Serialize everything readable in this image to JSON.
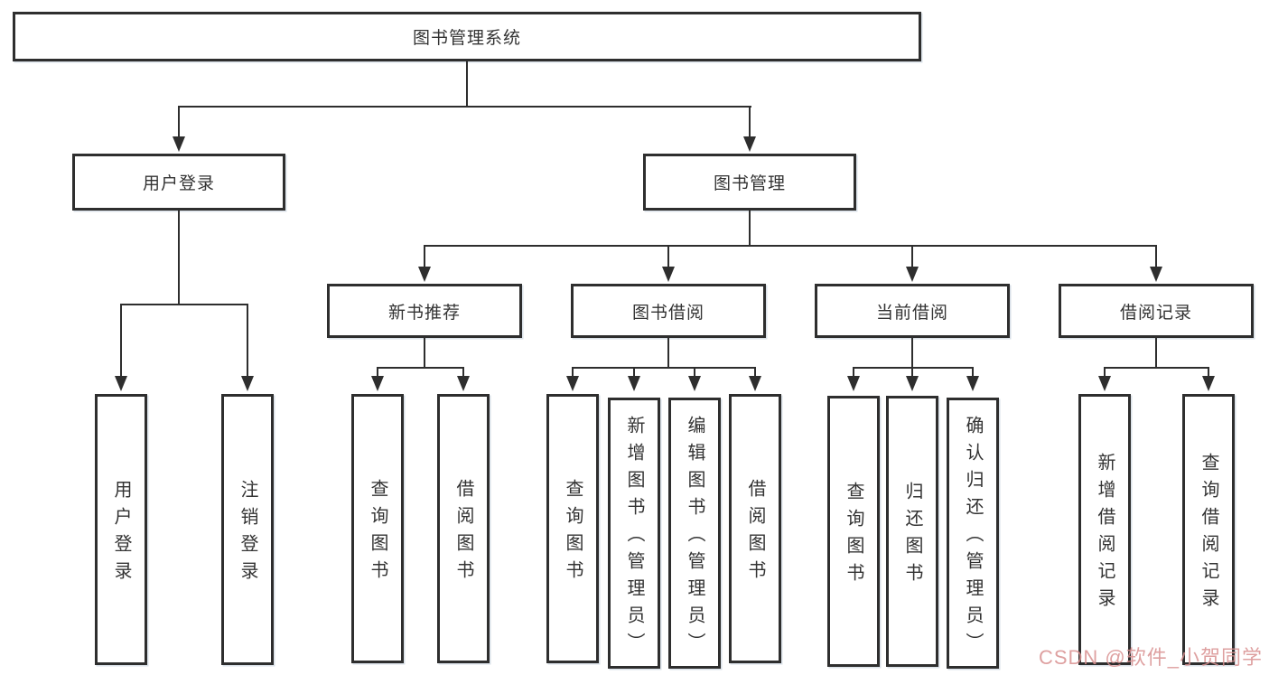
{
  "diagram": {
    "root": {
      "label": "图书管理系统"
    },
    "level1": [
      {
        "label": "用户登录"
      },
      {
        "label": "图书管理"
      }
    ],
    "level2": [
      {
        "label": "新书推荐"
      },
      {
        "label": "图书借阅"
      },
      {
        "label": "当前借阅"
      },
      {
        "label": "借阅记录"
      }
    ],
    "leaves": {
      "login": [
        "用户登录",
        "注销登录"
      ],
      "new_books": [
        "查询图书",
        "借阅图书"
      ],
      "borrow": [
        "查询图书",
        "新增图书（管理员）",
        "编辑图书（管理员）",
        "借阅图书"
      ],
      "current": [
        "查询图书",
        "归还图书",
        "确认归还（管理员）"
      ],
      "records": [
        "新增借阅记录",
        "查询借阅记录"
      ]
    },
    "colors": {
      "line": "#2e2e2e",
      "box_border": "#2e2e2e",
      "text": "#333333",
      "background": "#ffffff",
      "watermark": "#d99090"
    }
  },
  "watermark": {
    "text": "CSDN @软件_小贺同学"
  }
}
